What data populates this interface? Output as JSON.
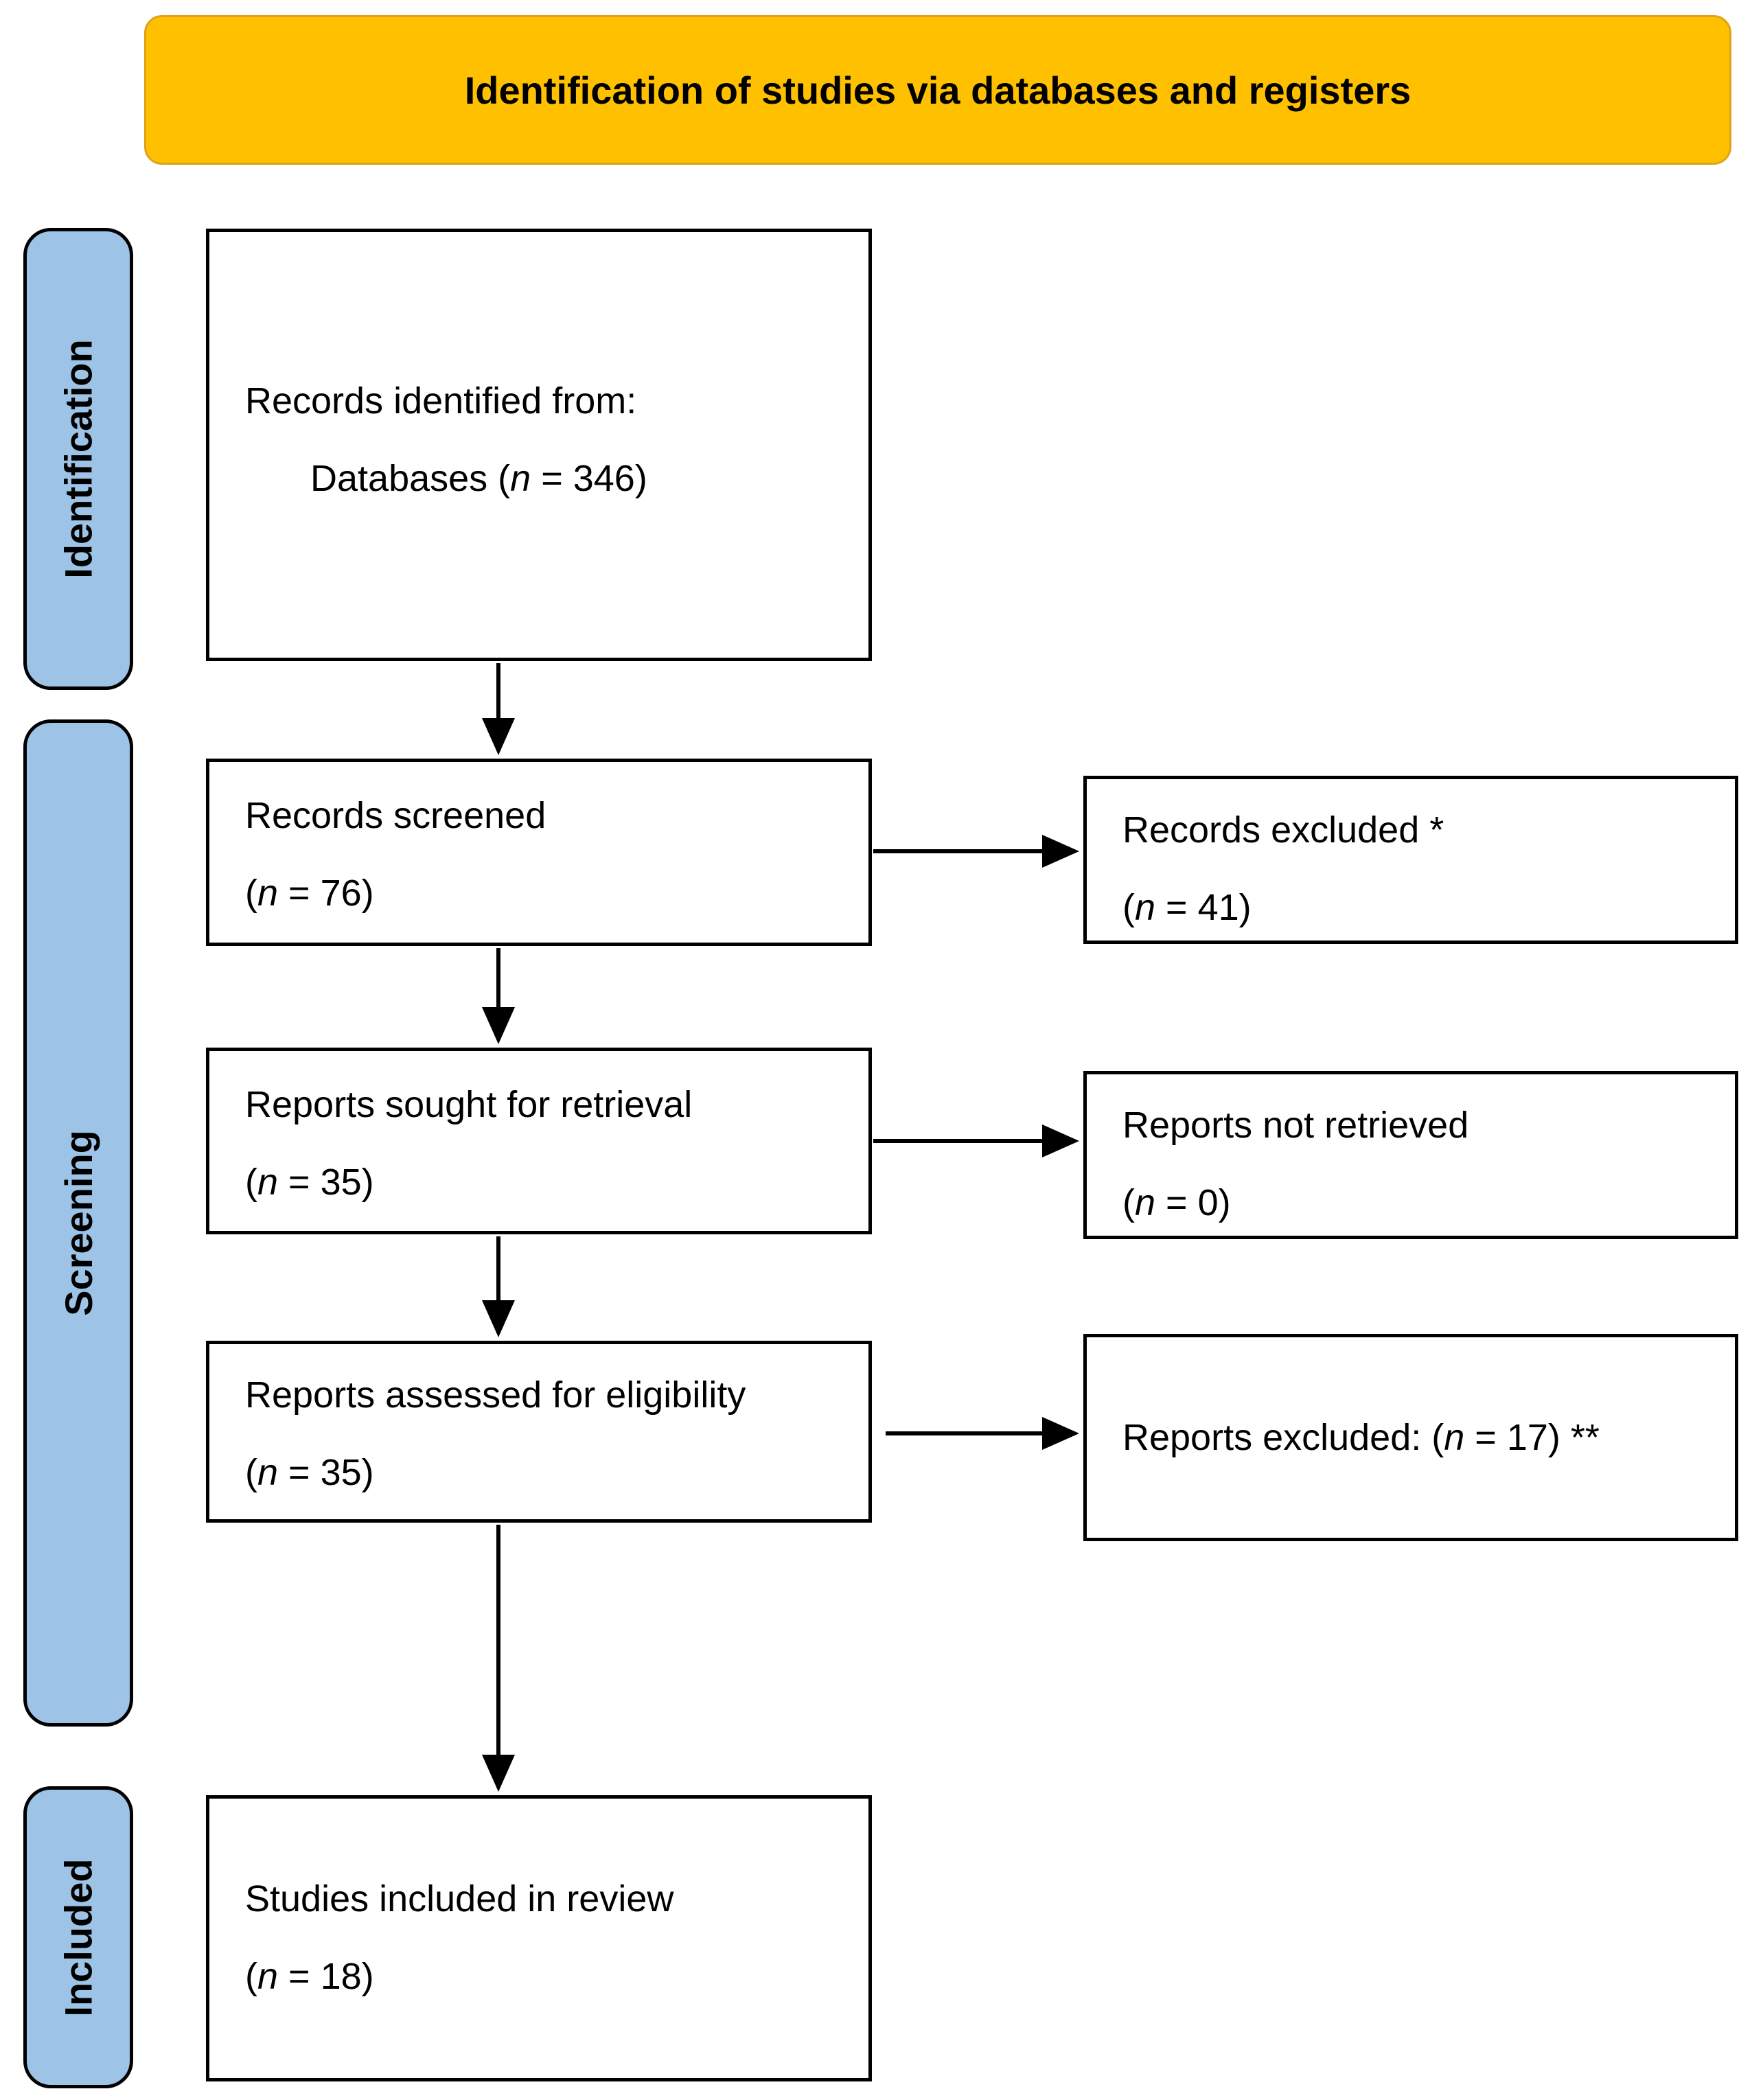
{
  "banner": {
    "title": "Identification of studies via databases and registers",
    "bg_color": "#FFC000"
  },
  "sidebar": {
    "bg_color": "#9DC3E6",
    "stages": [
      {
        "label": "Identification"
      },
      {
        "label": "Screening"
      },
      {
        "label": "Included"
      }
    ]
  },
  "boxes": {
    "identified": {
      "line1": "Records identified from:",
      "line2": "Databases (n = 346)"
    },
    "screened": {
      "line1": "Records screened",
      "line2": "(n = 76)"
    },
    "excluded_records": {
      "line1": "Records excluded *",
      "line2": "(n = 41)"
    },
    "sought": {
      "line1": "Reports sought for retrieval",
      "line2": "(n = 35)"
    },
    "not_retrieved": {
      "line1": "Reports not retrieved",
      "line2": "(n = 0)"
    },
    "assessed": {
      "line1": "Reports assessed for eligibility",
      "line2": "(n = 35)"
    },
    "excluded_reports": {
      "line1": "Reports excluded: (n = 17) **"
    },
    "included": {
      "line1": "Studies included in review",
      "line2": "(n = 18)"
    }
  }
}
